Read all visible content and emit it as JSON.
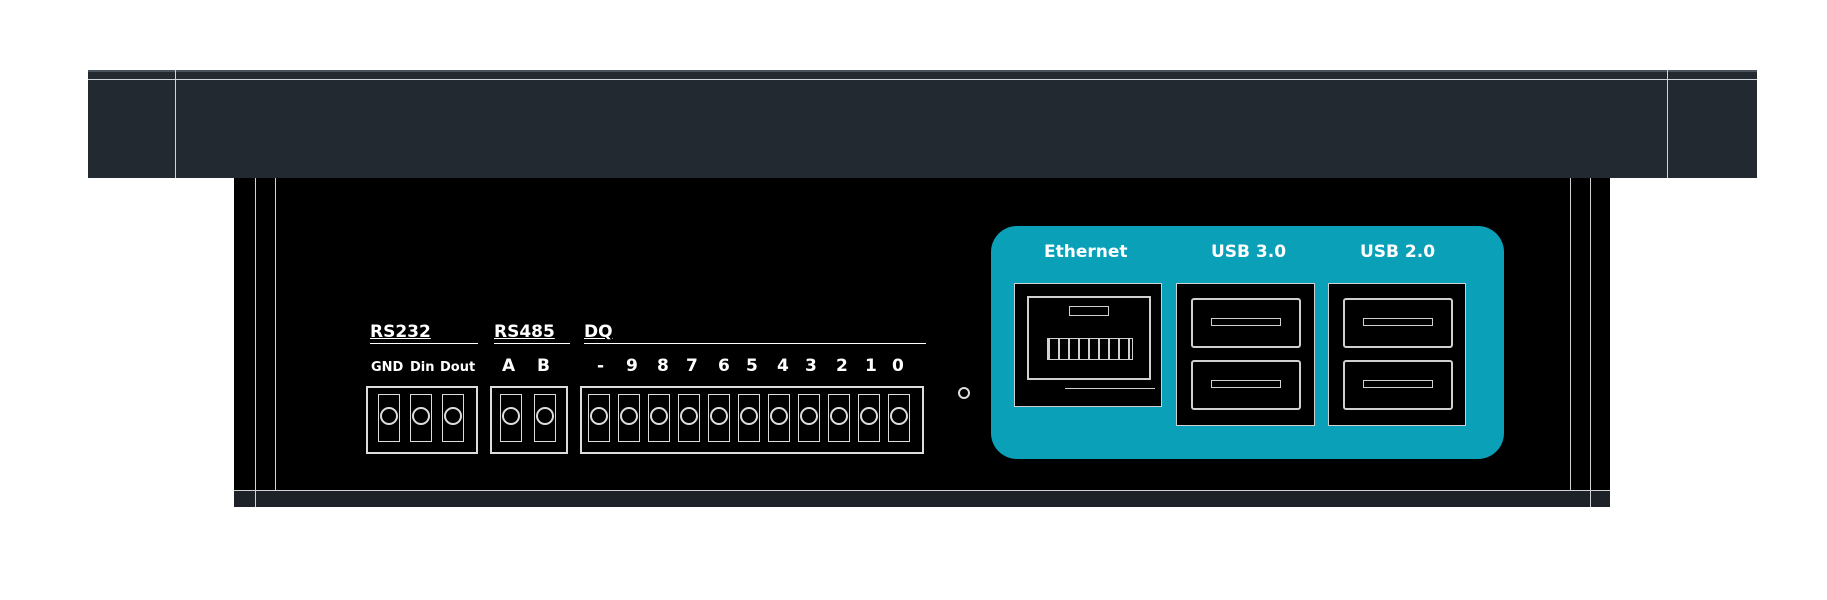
{
  "groups": {
    "rs232": {
      "title": "RS232",
      "pins": [
        "GND",
        "Din",
        "Dout"
      ]
    },
    "rs485": {
      "title": "RS485",
      "pins": [
        "A",
        "B"
      ]
    },
    "dq": {
      "title": "DQ",
      "pins": [
        "-",
        "9",
        "8",
        "7",
        "6",
        "5",
        "4",
        "3",
        "2",
        "1",
        "0"
      ]
    }
  },
  "ports": {
    "ethernet": "Ethernet",
    "usb3": "USB 3.0",
    "usb2": "USB 2.0"
  },
  "colors": {
    "bezel": "#232931",
    "body": "#000000",
    "port_panel": "#0aa0b8",
    "outline": "#dcdcdc"
  }
}
